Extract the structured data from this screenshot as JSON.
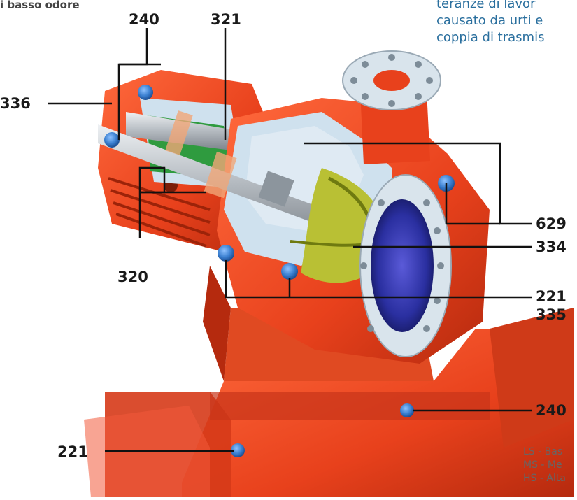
{
  "header_fragment": "i basso odore",
  "right_text": [
    "teranze di lavor",
    "causato da urti e",
    "coppia di trasmis"
  ],
  "labels": {
    "l240_top": "240",
    "l321": "321",
    "l336": "336",
    "l320": "320",
    "l629": "629",
    "l334": "334",
    "l221_right": "221",
    "l335": "335",
    "l240_right": "240",
    "l221_left": "221"
  },
  "legend_lines": [
    "LS - Bas",
    "MS - Me",
    "HS - Alta"
  ],
  "colors": {
    "casing": "#e8411c",
    "casing_dark": "#b52a0e",
    "casing_light": "#ff6a3d",
    "bolt": "#3a7fd0",
    "cutaway": "#cfe1ee",
    "shaft": "#c9ced3",
    "impeller_green": "#b9c034",
    "seal_green": "#2f9b3f",
    "inlet_blue": "#2a2fa0"
  }
}
